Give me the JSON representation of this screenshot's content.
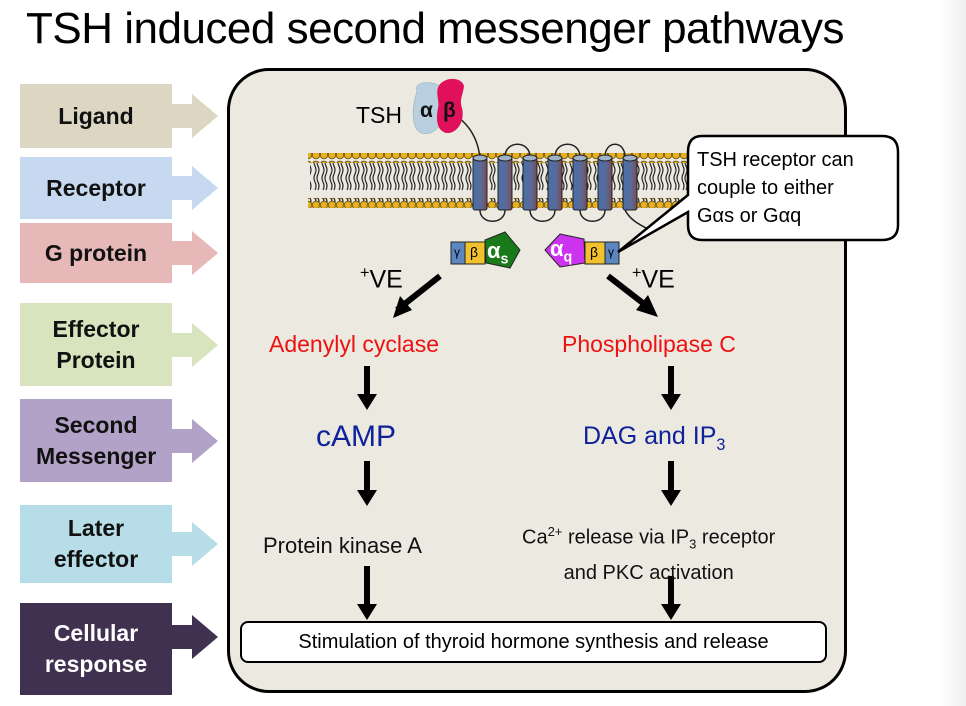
{
  "title": "TSH induced second messenger pathways",
  "stages": [
    {
      "id": "ligand",
      "label": "Ligand",
      "color": "#dcd6c3",
      "text_color": "#111111"
    },
    {
      "id": "receptor",
      "label": "Receptor",
      "color": "#c6d9f0",
      "text_color": "#111111"
    },
    {
      "id": "g-protein",
      "label": "G protein",
      "color": "#e6b9b8",
      "text_color": "#111111"
    },
    {
      "id": "effector-protein",
      "label": "Effector Protein",
      "color": "#d7e4bd",
      "text_color": "#111111"
    },
    {
      "id": "second-messenger",
      "label": "Second Messenger",
      "color": "#b3a2c7",
      "text_color": "#111111"
    },
    {
      "id": "later-effector",
      "label": "Later effector",
      "color": "#b7dee8",
      "text_color": "#111111"
    },
    {
      "id": "cellular-response",
      "label": "Cellular response",
      "color": "#403151",
      "text_color": "#ffffff"
    }
  ],
  "ligand": {
    "name": "TSH",
    "subunits": [
      {
        "symbol": "α",
        "color": "#b8cfe0"
      },
      {
        "symbol": "β",
        "color": "#e0105a"
      }
    ]
  },
  "callout": {
    "line1": "TSH receptor can",
    "line2": "couple to either",
    "line3": "Gαs or Gαq"
  },
  "g_proteins": {
    "gs": {
      "gamma": "γ",
      "beta": "β",
      "alpha": "α",
      "alpha_sub": "s",
      "alpha_color": "#1a7a1a"
    },
    "gq": {
      "gamma": "γ",
      "beta": "β",
      "alpha": "α",
      "alpha_sub": "q",
      "alpha_color": "#cc33ee"
    },
    "gamma_color": "#5b86c0",
    "beta_color": "#f2c12e"
  },
  "left_pathway": {
    "activation": {
      "sup": "+",
      "text": "VE"
    },
    "effector": "Adenylyl cyclase",
    "second_messenger": "cAMP",
    "later_effector": "Protein kinase A"
  },
  "right_pathway": {
    "activation": {
      "sup": "+",
      "text": "VE"
    },
    "effector": "Phospholipase C",
    "second_messenger": {
      "main": "DAG and IP",
      "sub": "3"
    },
    "later_effector": {
      "line1_a": "Ca",
      "line1_sup": "2+",
      "line1_b": " release via IP",
      "line1_sub": "3",
      "line1_c": " receptor",
      "line2": "and PKC activation"
    }
  },
  "cellular_response": "Stimulation of thyroid hormone synthesis and release"
}
